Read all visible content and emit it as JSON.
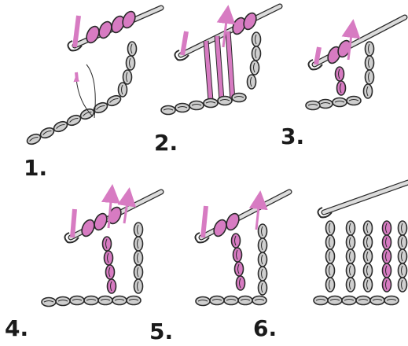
{
  "steps": [
    {
      "label": "1."
    },
    {
      "label": "2."
    },
    {
      "label": "3."
    },
    {
      "label": "4."
    },
    {
      "label": "5."
    },
    {
      "label": "6."
    }
  ],
  "colors": {
    "yarn_gray": "#c9c9c9",
    "yarn_gray_outline": "#2a2a2a",
    "yarn_pink": "#d77bc2",
    "arrow": "#d77bc2",
    "hook": "#dcdcdc"
  }
}
